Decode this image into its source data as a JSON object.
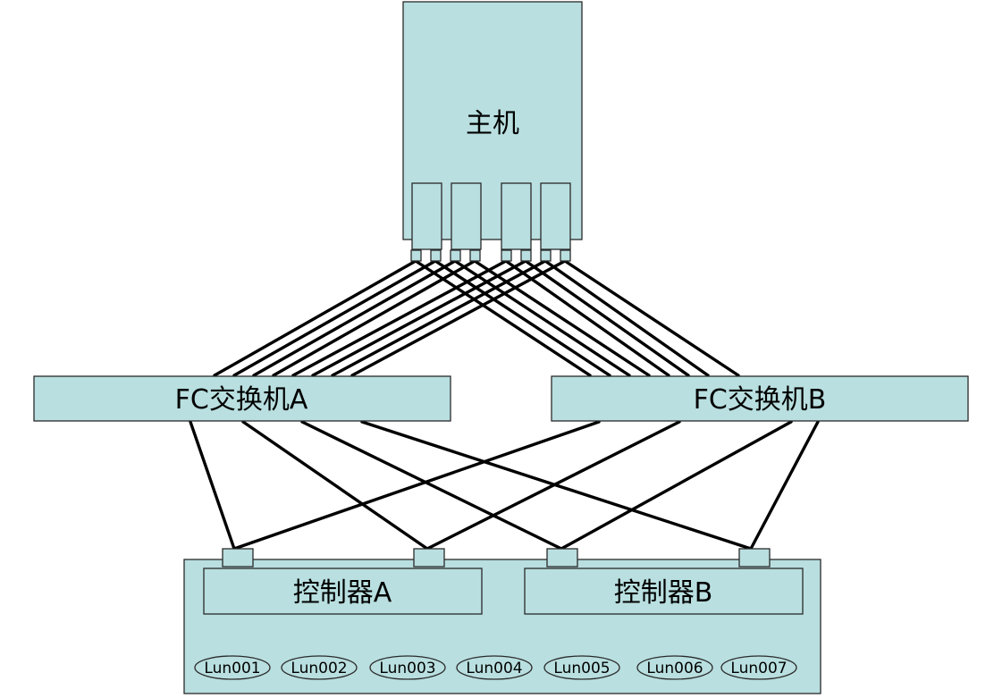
{
  "host": {
    "label": "主机"
  },
  "switches": [
    {
      "id": "switch-a",
      "label": "FC交换机A"
    },
    {
      "id": "switch-b",
      "label": "FC交换机B"
    }
  ],
  "controllers": [
    {
      "id": "controller-a",
      "label": "控制器A"
    },
    {
      "id": "controller-b",
      "label": "控制器B"
    }
  ],
  "luns": [
    "Lun001",
    "Lun002",
    "Lun003",
    "Lun004",
    "Lun005",
    "Lun006",
    "Lun007"
  ],
  "colors": {
    "fill": "#b9dfe0",
    "stroke": "#2a2a2a",
    "link": "#000000"
  }
}
